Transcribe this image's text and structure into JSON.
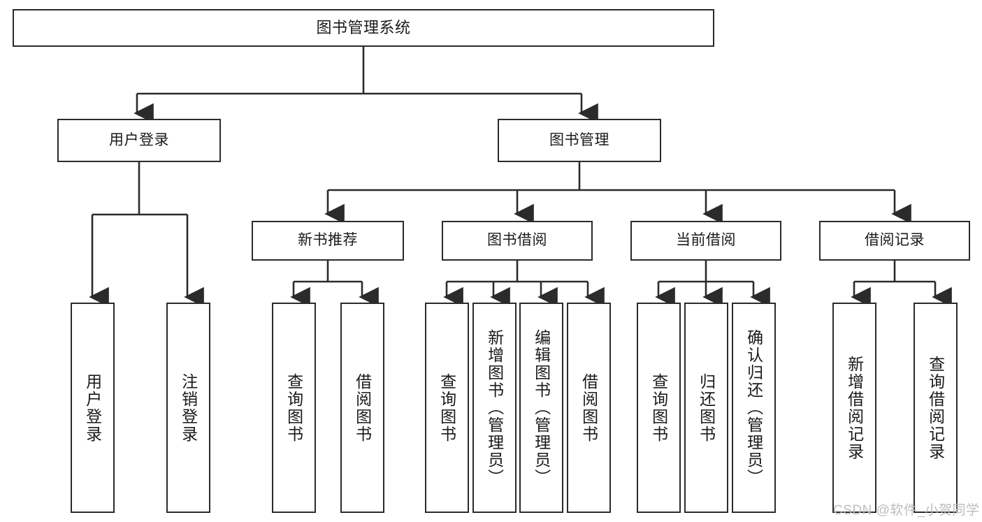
{
  "diagram": {
    "title": "图书管理系统",
    "type": "tree-hierarchy-diagram",
    "colors": {
      "box_border": "#2b2b2b",
      "box_fill": "#ffffff",
      "connector": "#2b2b2b",
      "text": "#1a1a1a",
      "watermark": "#bdbdbd",
      "background": "#ffffff"
    },
    "nodes": {
      "root": {
        "label": "图书管理系统"
      },
      "level2": [
        {
          "id": "user-login",
          "label": "用户登录"
        },
        {
          "id": "book-manage",
          "label": "图书管理"
        }
      ],
      "level3": [
        {
          "id": "new-book-recommend",
          "label": "新书推荐"
        },
        {
          "id": "book-borrow",
          "label": "图书借阅"
        },
        {
          "id": "current-borrow",
          "label": "当前借阅"
        },
        {
          "id": "borrow-record",
          "label": "借阅记录"
        }
      ],
      "leaves": {
        "user-login": [
          {
            "id": "leaf-user-login",
            "label": "用户登录"
          },
          {
            "id": "leaf-logout-login",
            "label": "注销登录"
          }
        ],
        "new-book-recommend": [
          {
            "id": "leaf-query-book-1",
            "label": "查询图书"
          },
          {
            "id": "leaf-borrow-book-1",
            "label": "借阅图书"
          }
        ],
        "book-borrow": [
          {
            "id": "leaf-query-book-2",
            "label": "查询图书"
          },
          {
            "id": "leaf-add-book-admin",
            "label": "新增图书（管理员）"
          },
          {
            "id": "leaf-edit-book-admin",
            "label": "编辑图书（管理员）"
          },
          {
            "id": "leaf-borrow-book-2",
            "label": "借阅图书"
          }
        ],
        "current-borrow": [
          {
            "id": "leaf-query-book-3",
            "label": "查询图书"
          },
          {
            "id": "leaf-return-book",
            "label": "归还图书"
          },
          {
            "id": "leaf-confirm-return-admin",
            "label": "确认归还（管理员）"
          }
        ],
        "borrow-record": [
          {
            "id": "leaf-add-borrow-record",
            "label": "新增借阅记录"
          },
          {
            "id": "leaf-query-borrow-record",
            "label": "查询借阅记录"
          }
        ]
      }
    },
    "watermark": "CSDN @软件_小贺同学"
  }
}
